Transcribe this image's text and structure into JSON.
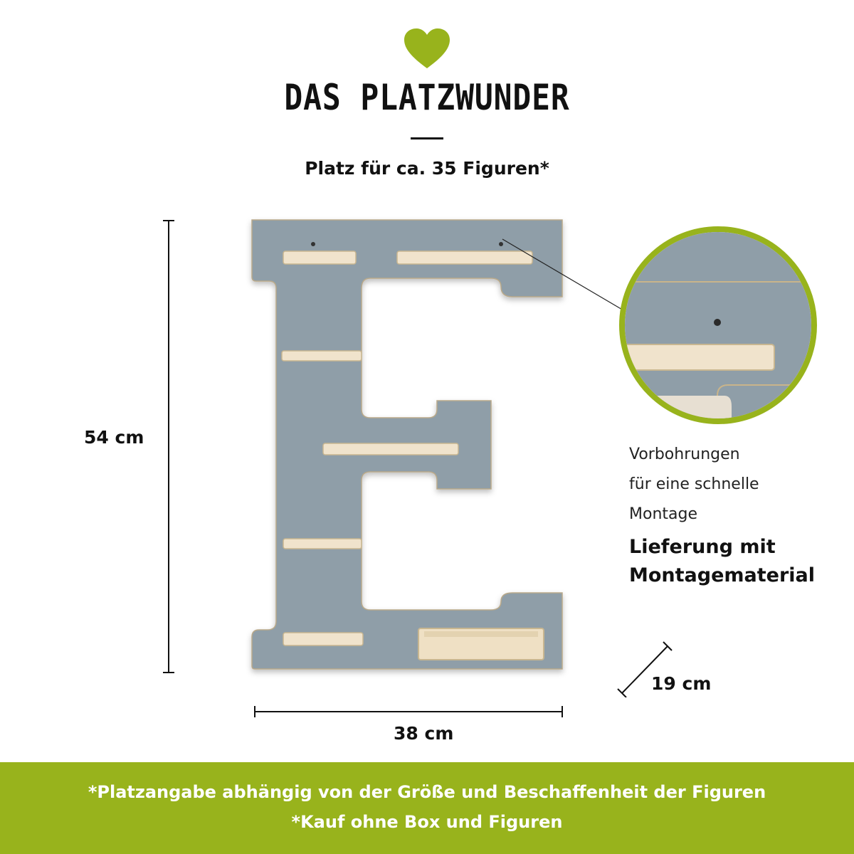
{
  "header": {
    "title": "DAS PLATZWUNDER",
    "subtitle": "Platz für ca. 35 Figuren*"
  },
  "dimensions": {
    "height": "54 cm",
    "width": "38 cm",
    "depth": "19 cm"
  },
  "detail": {
    "note_lines": [
      "Vorbohrungen",
      "für eine schnelle",
      "Montage"
    ],
    "delivery_lines": [
      "Lieferung mit",
      "Montagematerial"
    ]
  },
  "footer": {
    "line1": "*Platzangabe abhängig von der Größe und Beschaffenheit der Figuren",
    "line2": "*Kauf ohne Box und Figuren"
  },
  "colors": {
    "accent": "#98b31c",
    "panel": "#8f9ea8",
    "wood": "#f0e3cc"
  },
  "icons": [
    "heart-icon"
  ]
}
